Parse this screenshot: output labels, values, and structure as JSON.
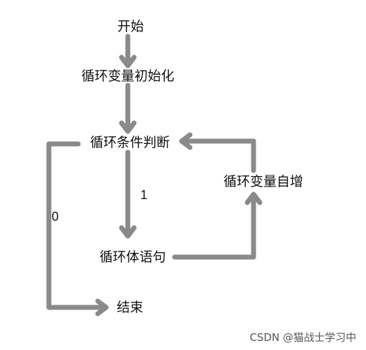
{
  "nodes": {
    "start": "开始",
    "init": "循环变量初始化",
    "condition": "循环条件判断",
    "increment": "循环变量自增",
    "body": "循环体语句",
    "end": "结束"
  },
  "edge_labels": {
    "true_branch": "1",
    "false_branch": "0"
  },
  "watermark": "CSDN @猫战士学习中",
  "colors": {
    "line": "#8a8a8a",
    "text": "#111111",
    "background": "#ffffff"
  }
}
